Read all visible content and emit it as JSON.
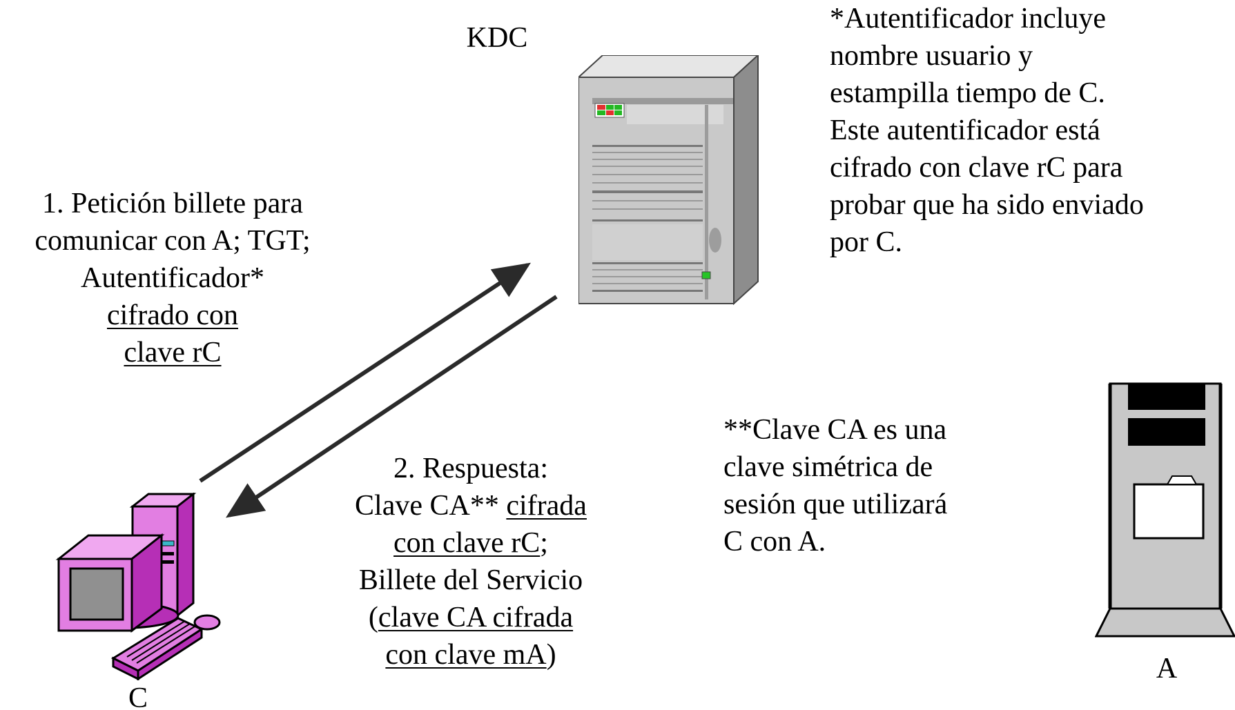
{
  "nodes": {
    "kdc_label": "KDC",
    "client_label": "C",
    "server_label": "A"
  },
  "request": {
    "line1": "1. Petición billete para",
    "line2": "comunicar con A; TGT;",
    "line3": "Autentificador*",
    "line4": "cifrado con",
    "line5": "clave rC"
  },
  "response": {
    "line1": "2. Respuesta:",
    "line2_a": "Clave CA** ",
    "line2_b": "cifrada",
    "line3_a": "con clave rC",
    "line3_b": ";",
    "line4": "Billete del Servicio",
    "line5_a": "(",
    "line5_b": "clave CA cifrada",
    "line6_a": "con clave mA",
    "line6_b": ")"
  },
  "note_authenticator": {
    "line1": "*Autentificador incluye",
    "line2": "nombre usuario y",
    "line3": "estampilla tiempo de C.",
    "line4": "Este autentificador está",
    "line5": "cifrado con clave rC para",
    "line6": "probar que ha sido enviado",
    "line7": "por C."
  },
  "note_key": {
    "line1": "**Clave CA es una",
    "line2": "clave simétrica de",
    "line3": "sesión que utilizará",
    "line4": "C con A."
  },
  "icons": {
    "kdc": "server-tower-icon",
    "client": "desktop-computer-icon",
    "server": "file-server-icon"
  },
  "colors": {
    "client_body": "#e27ee2",
    "client_dark": "#b62fb6",
    "server_gray": "#c8c8c8",
    "arrow": "#2a2a2a"
  }
}
